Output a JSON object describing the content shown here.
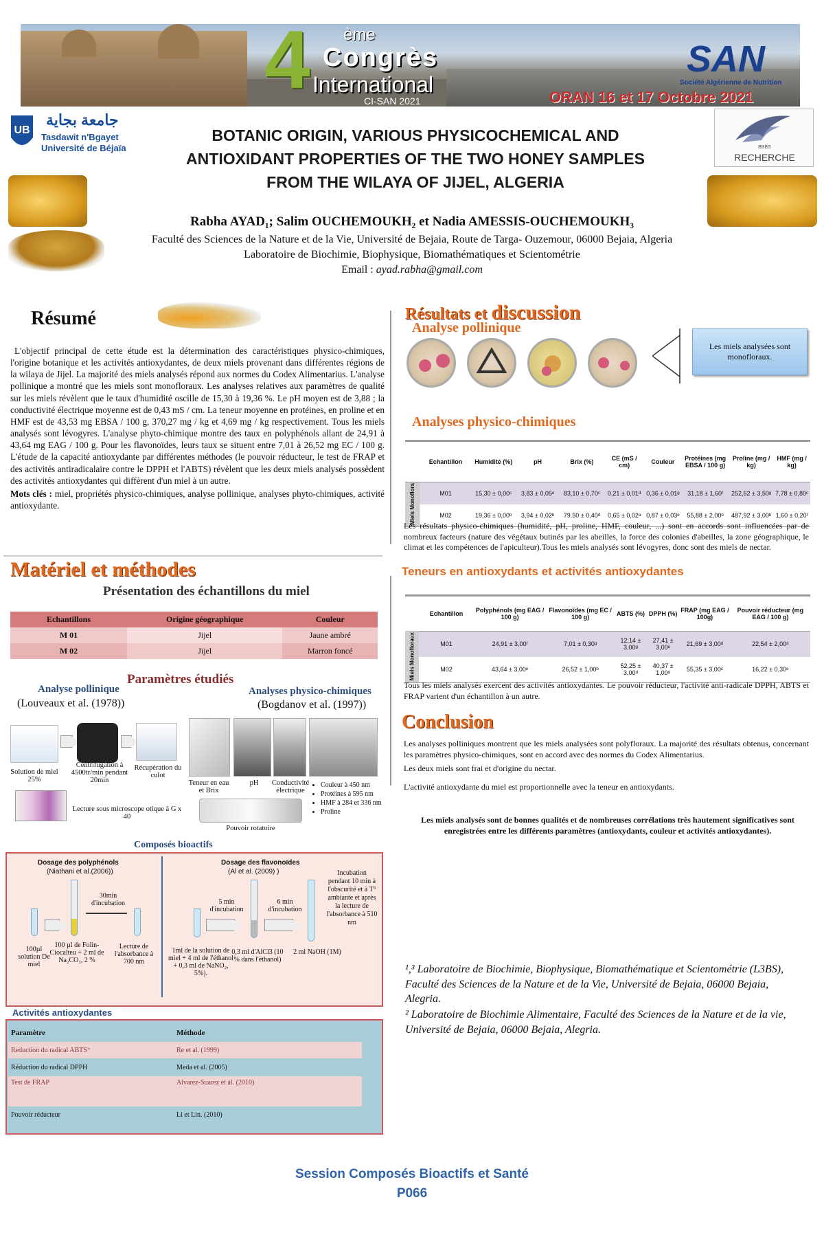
{
  "banner": {
    "num": "4",
    "suffix": "ème",
    "congres": "Congrès",
    "international": "International",
    "cisan": "CI-SAN 2021",
    "org_short": "SAN",
    "org_full": "Société Algérienne de Nutrition",
    "dates": "ORAN 16 et 17 Octobre 2021"
  },
  "logos": {
    "univ_arabic": "جامعة بجاية",
    "univ_line1": "Tasdawit n'Bgayet",
    "univ_line2": "Université de Béjaïa",
    "lab_small": "BBBS",
    "lab": "RECHERCHE"
  },
  "title": {
    "line1": "BOTANIC ORIGIN, VARIOUS PHYSICOCHEMICAL AND",
    "line2": "ANTIOXIDANT PROPERTIES OF THE TWO HONEY SAMPLES",
    "line3": "FROM THE WILAYA OF JIJEL, ALGERIA",
    "authors": "Rabha AYAD₁; Salim OUCHEMOUKH₂ et Nadia AMESSIS-OUCHEMOUKH₃",
    "aff1": "Faculté des Sciences de la Nature et de la Vie, Université de Bejaia, Route de Targa- Ouzemour, 06000 Bejaia, Algeria",
    "aff2": "Laboratoire de Biochimie, Biophysique, Biomathématiques et Scientométrie",
    "email_label": "Email : ",
    "email": "ayad.rabha@gmail.com"
  },
  "resume": {
    "heading": "Résumé",
    "body": "L'objectif principal de cette étude est la détermination des caractéristiques physico-chimiques, l'origine botanique et les activités antioxydantes, de deux miels provenant dans différentes régions de la wilaya de Jijel. La majorité des miels analysés répond aux normes du Codex Alimentarius. L'analyse pollinique a montré que les miels sont monofloraux. Les analyses relatives aux paramètres de qualité sur les miels révèlent que le taux d'humidité oscille de 15,30 à 19,36 %. Le pH moyen est de 3,88 ; la conductivité électrique moyenne est de 0,43 mS / cm. La teneur moyenne en protéines, en proline et en HMF est de 43,53 mg EBSA / 100 g, 370,27 mg / kg et 4,69 mg / kg respectivement. Tous les miels analysés sont lévogyres. L'analyse phyto-chimique montre des taux en polyphénols allant de 24,91 à 43,64 mg EAG / 100 g. Pour les flavonoïdes, leurs taux se situent entre 7,01 à 26,52 mg EC / 100 g. L'étude de la capacité antioxydante par différentes méthodes (le pouvoir réducteur, le test de FRAP et des activités antiradicalaire contre le DPPH et l'ABTS) révèlent que les deux miels analysés possèdent des activités antioxydantes qui diffèrent d'un miel à un autre.",
    "keywords_label": "Mots clés :",
    "keywords": " miel, propriétés physico-chimiques, analyse pollinique, analyses phyto-chimiques, activité antioxydante."
  },
  "methods": {
    "heading": "Matériel et méthodes",
    "sub": "Présentation des échantillons du miel",
    "table_headers": [
      "Echantillons",
      "Origine géographique",
      "Couleur"
    ],
    "table_rows": [
      [
        "M 01",
        "Jijel",
        "Jaune ambré"
      ],
      [
        "M 02",
        "Jijel",
        "Marron foncé"
      ]
    ],
    "params_heading": "Paramètres étudiés",
    "pollen_title": "Analyse pollinique",
    "pollen_ref": "(Louveaux et al. (1978))",
    "physchem_title": "Analyses physico-chimiques",
    "physchem_ref": "(Bogdanov et al. (1997))",
    "step1": "Solution de miel 25%",
    "step2": "Centrifugation à 4500tr/min pendant 20min",
    "step3": "Récupération du culot",
    "step4": "Lecture sous microscope otique à G x 40",
    "equip1": "Teneur en eau et Brix",
    "equip2": "pH",
    "equip3": "Conductivité électrique",
    "equip4": "Pouvoir rotatoire",
    "bullets": [
      "Couleur à 450 nm",
      "Protéines à 595 nm",
      "HMF à 284 et 336 nm",
      "Proline"
    ]
  },
  "bioactifs": {
    "heading": "Composés bioactifs",
    "poly_title": "Dosage des polyphénols",
    "poly_ref": "(Niathani et al.(2006))",
    "poly1": "100µl solution De miel",
    "poly2": "100 µl de Folin-Ciocalteu + 2 ml de Na₂CO₃, 2 %",
    "poly3": "30min d'incubation",
    "poly4": "Lecture de l'absorbance à 700 nm",
    "flav_title": "Dosage des flavonoïdes",
    "flav_ref": "(Al et al. (2009) )",
    "flav1": "1ml de la solution de miel + 4 ml de l'éthanol + 0,3 ml de NaNO₂, 5%).",
    "flav2": "5 min d'incubation",
    "flav3": "0,3 ml d'AlCl3 (10 % dans l'éthanol)",
    "flav4": "6 min d'incubation",
    "flav5": "2 ml NaOH (1M)",
    "flav6": "Incubation pendant 10 min à l'obscurité et à T° ambiante et après la lecture de l'absorbance à 510 nm"
  },
  "activites": {
    "heading": "Activités antioxydantes",
    "headers": [
      "Paramètre",
      "Méthode"
    ],
    "rows": [
      [
        "Reduction du radical ABTS⁺",
        "Re et al. (1999)"
      ],
      [
        "Réduction du radical DPPH",
        "Meda et al. (2005)"
      ],
      [
        "Test de FRAP",
        "Alvarez-Suarez et al. (2010)"
      ],
      [
        "Pouvoir réducteur",
        "Li et Lin. (2010)"
      ]
    ]
  },
  "results": {
    "heading1": "Résultats et ",
    "heading2": "discussion",
    "pollen_heading": "Analyse pollinique",
    "callout": "Les miels analysées sont monofloraux.",
    "physchem_heading": "Analyses physico-chimiques",
    "pc_headers": [
      "Echantillon",
      "Humidité (%)",
      "pH",
      "Brix (%)",
      "CE (mS / cm)",
      "Couleur",
      "Protéines (mg EBSA / 100 g)",
      "Proline (mg / kg)",
      "HMF (mg / kg)"
    ],
    "pc_rowlabel": "Miels Monoflora",
    "pc_rows": [
      [
        "M01",
        "15,30 ± 0,00ᶜ",
        "3,83 ± 0,05ᵉ",
        "83,10 ± 0,70ᶜ",
        "0,21 ± 0,01ᵈ",
        "0,36 ± 0,01ᵍ",
        "31,18 ± 1,60ᶠ",
        "252,62 ± 3,50ᵍ",
        "7,78 ± 0,80ᶜ"
      ],
      [
        "M02",
        "19,36 ± 0,00ᵇ",
        "3,94 ± 0,02ᵇ",
        "79.50 ± 0,40ᵈ",
        "0,65 ± 0,02ᵃ",
        "0,87 ± 0,03ᵉ",
        "55,88 ± 2,00ᵇ",
        "487,92 ± 3,00ᵇ",
        "1,60 ± 0,20ᶠ"
      ]
    ],
    "pc_text": "Les résultats physico-chimiques (humidité, pH, proline, HMF, couleur, ...) sont en accords sont influencées par de nombreux facteurs (nature des végétaux butinés par les abeilles, la force des colonies d'abeilles, la zone géographique, le climat et les compétences de l'apiculteur).Tous les miels analysés sont lévogyres, donc sont des miels de nectar.",
    "ao_heading": "Teneurs en antioxydants et activités antioxydantes",
    "ao_headers": [
      "Echantillon",
      "Polyphénols (mg EAG / 100 g)",
      "Flavonoïdes (mg EC / 100 g)",
      "ABTS (%)",
      "DPPH (%)",
      "FRAP (mg EAG / 100g)",
      "Pouvoir réducteur (mg EAG / 100 g)"
    ],
    "ao_rowlabel": "Miels Monofloraux",
    "ao_rows": [
      [
        "M01",
        "24,91 ± 3,00ᶠ",
        "7,01 ± 0,30ᵍ",
        "12,14 ± 3,00ᵍ",
        "27,41 ± 3,00ᵉ",
        "21,69 ± 3,00ᵈ",
        "22,54 ± 2,00ᵈ"
      ],
      [
        "M02",
        "43,64 ± 3,00ᵉ",
        "26,52 ± 1,00ᵇ",
        "52,25 ± 3,00ᵈ",
        "40,37 ± 1,00ᵈ",
        "55,35 ± 3,00ᶜ",
        "16,22 ± 0,30ᵉ"
      ]
    ],
    "ao_text": "Tous les miels analysés exercent des activités antioxydantes. Le pouvoir réducteur, l'activité anti-radicale DPPH, ABTS et FRAP varient d'un échantillon à un autre."
  },
  "conclusion": {
    "heading": "Conclusion",
    "p1": "Les analyses polliniques montrent que les miels analysées sont polyfloraux. La majorité des résultats obtenus, concernant les paramètres physico-chimiques, sont en accord avec des normes du Codex Alimentarius.",
    "p2": "Les deux miels  sont frai et d'origine du nectar.",
    "p3": "L'activité antioxydante  du miel est proportionnelle avec la teneur en  antioxydants.",
    "bold": "Les miels analysés sont de bonnes qualités et de nombreuses corrélations très hautement significatives sont enregistrées entre les différents paramètres (antioxydants, couleur et activités antioxydantes).",
    "ref1": "¹,³ Laboratoire de Biochimie, Biophysique, Biomathématique et Scientométrie (L3BS), Faculté des Sciences de la Nature et de la Vie, Université de Bejaia, 06000 Bejaia, Alegria.",
    "ref2": "² Laboratoire de Biochimie Alimentaire, Faculté des Sciences de la Nature et de la vie, Université de Bejaia, 06000 Bejaia, Alegria."
  },
  "footer": {
    "session": "Session Composés Bioactifs et Santé",
    "code": "P066"
  }
}
